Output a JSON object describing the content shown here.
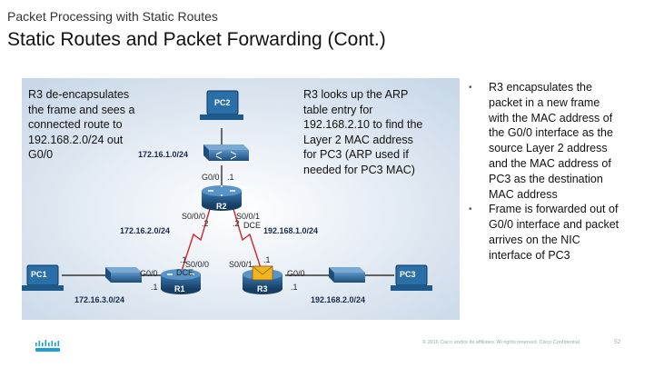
{
  "header": {
    "subtitle": "Packet Processing with Static Routes",
    "title": "Static Routes and Packet Forwarding (Cont.)"
  },
  "diagram": {
    "left_note": "R3 de-encapsulates the frame and sees a connected route to 192.168.2.0/24 out G0/0",
    "middle_note": "R3 looks up the ARP table entry for 192.168.2.10 to find the Layer 2 MAC address for PC3 (ARP used if needed for PC3 MAC)",
    "devices": {
      "pc1": "PC1",
      "pc2": "PC2",
      "pc3": "PC3",
      "r1": "R1",
      "r2": "R2",
      "r3": "R3"
    },
    "networks": {
      "n1": "172.16.1.0/24",
      "n2": "172.16.2.0/24",
      "n3": "172.16.3.0/24",
      "n4": "192.168.1.0/24",
      "n5": "192.168.2.0/24"
    },
    "interfaces": {
      "r2_g00": "G0/0",
      "r2_g00_ip": ".1",
      "r2_s000": "S0/0/0",
      "r2_s000_ip": ".2",
      "r2_s001": "S0/0/1",
      "r2_s001_ip": ".2",
      "r2_dce": "DCE",
      "r1_g00": "G0/0",
      "r1_g00_ip": ".1",
      "r1_s000": "S0/0/0",
      "r1_s000_ip": ".1",
      "r1_dce": "DCE",
      "r3_s001": "S0/0/1",
      "r3_s001_ip": ".1",
      "r3_g00": "G0/0",
      "r3_g00_ip": ".1"
    }
  },
  "bullets": [
    "R3 encapsulates the packet in a new frame with the MAC address of the G0/0 interface as the source Layer 2 address and the MAC address of PC3 as the destination MAC address",
    "Frame is forwarded out of G0/0 interface and packet arrives on the NIC interface of PC3"
  ],
  "footer": {
    "copyright": "© 2016 Cisco and/or its affiliates. All rights reserved. Cisco Confidential",
    "page": "52"
  },
  "colors": {
    "diagram_bg": "#dde7f1",
    "router": "#1f5a8c",
    "pc": "#2a6fa8",
    "serial_link": "#d2232a"
  }
}
